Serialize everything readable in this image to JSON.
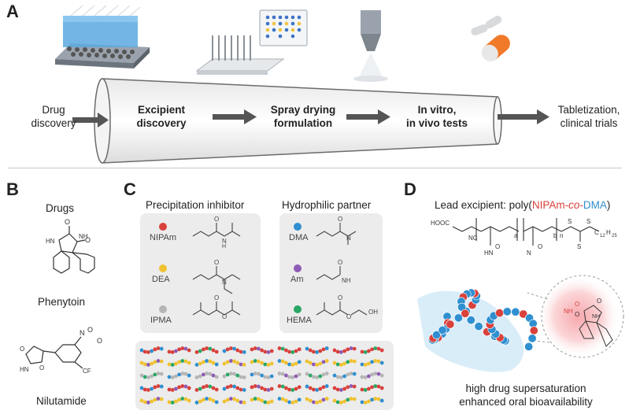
{
  "panel_a": {
    "letter": "A",
    "left_label": [
      "Drug",
      "discovery"
    ],
    "steps": [
      {
        "lines": [
          "Excipient",
          "discovery"
        ]
      },
      {
        "lines": [
          "Spray drying",
          "formulation"
        ]
      },
      {
        "lines": [
          "In vitro,",
          "in vivo tests"
        ]
      }
    ],
    "right_label": [
      "Tabletization,",
      "clinical trials"
    ]
  },
  "panel_b": {
    "letter": "B",
    "title": "Drugs",
    "drug1": "Phenytoin",
    "drug2": "Nilutamide"
  },
  "panel_c": {
    "letter": "C",
    "col1_title": "Precipitation inhibitor",
    "col2_title": "Hydrophilic partner",
    "inhibitors": [
      {
        "name": "NIPAm",
        "color": "#d9413c"
      },
      {
        "name": "DEA",
        "color": "#f0c232"
      },
      {
        "name": "IPMA",
        "color": "#b5b5b5"
      }
    ],
    "partners": [
      {
        "name": "DMA",
        "color": "#2f8fd0"
      },
      {
        "name": "Am",
        "color": "#8e5bb5"
      },
      {
        "name": "HEMA",
        "color": "#2aa866"
      }
    ]
  },
  "panel_d": {
    "letter": "D",
    "title_prefix": "Lead excipient: poly(",
    "title_m1": "NIPAm",
    "title_co": "-co-",
    "title_m2": "DMA",
    "title_suffix": ")",
    "colors": {
      "nipam": "#d9413c",
      "dma": "#2f8fd0"
    },
    "caption": [
      "high drug supersaturation",
      "enhanced oral bioavailability"
    ]
  }
}
